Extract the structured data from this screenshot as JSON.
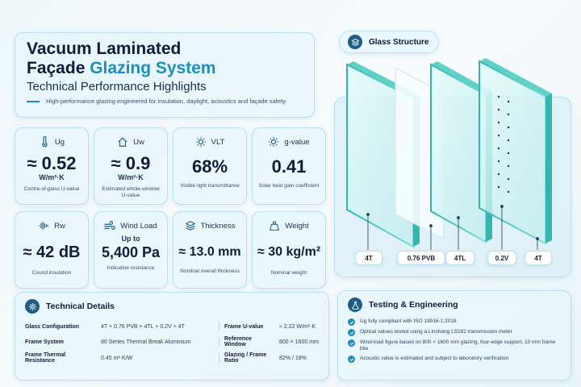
{
  "header": {
    "title_line1": "Vacuum Laminated",
    "title_line2_a": "Façade ",
    "title_line2_b": "Glazing System",
    "subtitle": "Technical Performance Highlights",
    "tagline": "High-performance glazing engineered for insulation, daylight, acoustics and façade safety."
  },
  "metrics": [
    {
      "label": "Ug",
      "icon": "thermometer-icon",
      "value": "≈ 0.52",
      "unit": "W/m²·K",
      "desc": "Centre-of-glass U-value"
    },
    {
      "label": "Uw",
      "icon": "house-icon",
      "value": "≈ 0.9",
      "unit": "W/m²·K",
      "desc": "Estimated whole-window U-value"
    },
    {
      "label": "VLT",
      "icon": "sun-icon",
      "value": "68%",
      "unit": "",
      "desc": "Visible light transmittance"
    },
    {
      "label": "g-value",
      "icon": "sun-icon",
      "value": "0.41",
      "unit": "",
      "desc": "Solar heat gain coefficient"
    },
    {
      "label": "Rw",
      "icon": "soundwave-icon",
      "value": "≈ 42 dB",
      "unit": "",
      "desc": "Cound insulation"
    },
    {
      "label": "Wind Load",
      "icon": "wind-icon",
      "value_small": "Up to",
      "value": "5,400 Pa",
      "unit": "",
      "desc": "Indicative resistance"
    },
    {
      "label": "Thickness",
      "icon": "layers-icon",
      "value": "≈ 13.0 mm",
      "unit": "",
      "desc": "Nominal overall thickness"
    },
    {
      "label": "Weight",
      "icon": "weight-icon",
      "value": "≈ 30 kg/m²",
      "unit": "",
      "desc": "Nominal weight"
    }
  ],
  "technical": {
    "title": "Technical Details",
    "rows": [
      {
        "k1": "Glass Configuration",
        "v1": "4T + 0.76 PVB + 4TL + 0.2V + 4T",
        "k2": "Frame U-value",
        "v2": "≈ 2.22 W/m²·K"
      },
      {
        "k1": "Frame System",
        "v1": "80 Series Thermal Break Aluminium",
        "k2": "Reference Window",
        "v2": "800 × 1600 mm"
      },
      {
        "k1": "Frame Thermal Resistance",
        "v1": "0.45 m²·K/W",
        "k2": "Glazing / Frame Ratio",
        "v2": "82% / 18%"
      }
    ]
  },
  "structure": {
    "title": "Glass Structure",
    "layers": [
      "4T",
      "0.76 PVB",
      "4TL",
      "0.2V",
      "4T"
    ]
  },
  "testing": {
    "title": "Testing & Engineering",
    "items": [
      "Ug fully compliant with ISO 19916-1:2018",
      "Optical values tested using a Linshang LS182 transmission meter",
      "Wind-load figure based on 800 × 1600 mm glazing, four-edge support, 10 mm frame bite",
      "Acoustic value is estimated and subject to laboratory verification"
    ]
  },
  "colors": {
    "accent": "#1a8fc0",
    "navy": "#0f1d3a",
    "glass": "#3fc6c0"
  }
}
